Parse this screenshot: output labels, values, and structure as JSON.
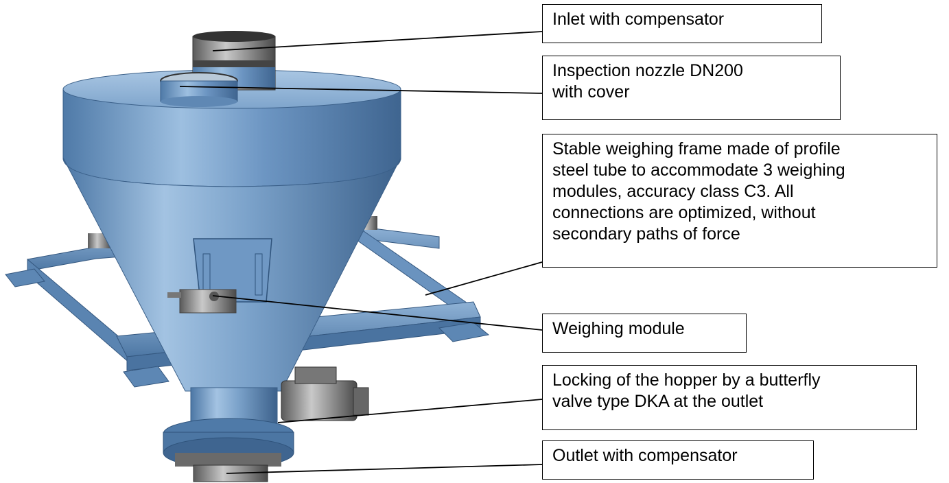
{
  "callouts": {
    "inlet": "Inlet with compensator",
    "inspection_nozzle": "Inspection nozzle DN200\nwith cover",
    "weighing_frame": "Stable weighing frame made of profile\nsteel tube to accommodate 3 weighing\nmodules, accuracy class C3. All\nconnections are optimized, without\nsecondary paths of force",
    "weighing_module": "Weighing module",
    "butterfly_valve": "Locking of the hopper by a butterfly\nvalve type DKA at the outlet",
    "outlet": "Outlet with compensator"
  },
  "colors": {
    "hopper_blue": "#5b86b6",
    "hopper_light": "#8fb2d6",
    "hopper_dark": "#3f6590",
    "metal_grey": "#8a8a8a",
    "leader_line": "#000000"
  }
}
